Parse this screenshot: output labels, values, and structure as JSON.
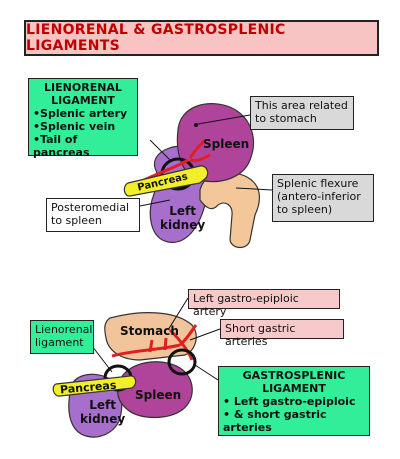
{
  "title": "LIENORENAL & GASTROSPLENIC LIGAMENTS",
  "top": {
    "lienorenal_title": "LIENORENAL",
    "lienorenal_title2": "LIGAMENT",
    "lienorenal_items": [
      "Splenic artery",
      "Splenic vein",
      "Tail of pancreas"
    ],
    "stomach_note_1": "This area related",
    "stomach_note_2": "to stomach",
    "flexure_1": "Splenic flexure",
    "flexure_2": "(antero-inferior",
    "flexure_3": "to spleen)",
    "posteromedial_1": "Posteromedial",
    "posteromedial_2": "to spleen",
    "spleen": "Spleen",
    "pancreas": "Pancreas",
    "kidney_1": "Left",
    "kidney_2": "kidney"
  },
  "bottom": {
    "gastro_epiploic": "Left gastro-epiploic artery",
    "short_gastric": "Short gastric arteries",
    "lienorenal_1": "Lienorenal",
    "lienorenal_2": "ligament",
    "gastrosplenic_title": "GASTROSPLENIC",
    "gastrosplenic_title2": "LIGAMENT",
    "gastrosplenic_item1": "Left gastro-epiploic",
    "gastrosplenic_item2": "& short gastric arteries",
    "stomach": "Stomach",
    "pancreas": "Pancreas",
    "spleen": "Spleen",
    "kidney_1": "Left",
    "kidney_2": "kidney"
  },
  "colors": {
    "spleen": "#b0449a",
    "kidney": "#a86ecc",
    "pancreas": "#f2ef2a",
    "colon": "#f3c79a",
    "stomach": "#f2c49c",
    "vessel": "#e02020",
    "green_box": "#33ee99",
    "title_bg": "#f7c3c3"
  }
}
